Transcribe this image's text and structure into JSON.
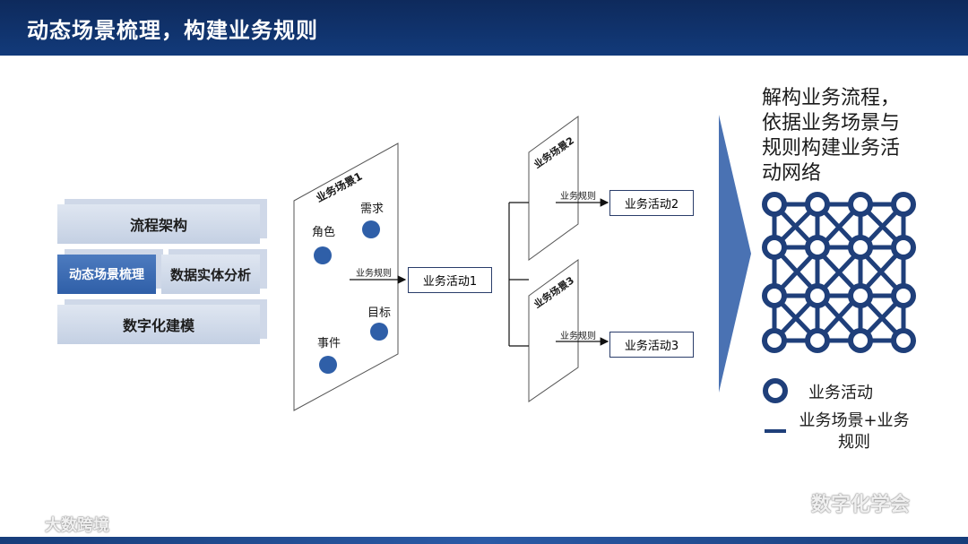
{
  "header": {
    "title": "动态场景梳理，构建业务规则"
  },
  "left_stack": {
    "top": "流程架构",
    "middle_left": "动态场景梳理",
    "middle_right": "数据实体分析",
    "bottom": "数字化建模"
  },
  "scene1": {
    "title": "业务场景1",
    "roles": [
      "角色",
      "需求",
      "事件",
      "目标"
    ]
  },
  "scene2": {
    "title": "业务场景2"
  },
  "scene3": {
    "title": "业务场景3"
  },
  "rule_label": "业务规则",
  "activities": [
    "业务活动1",
    "业务活动2",
    "业务活动3"
  ],
  "right_panel": {
    "title": "解构业务流程，依据业务场景与规则构建业务活动网络"
  },
  "legend": {
    "node_label": "业务活动",
    "edge_label": "业务场景+业务规则"
  },
  "watermarks": {
    "right": "数字化学会",
    "left": "大数跨境"
  },
  "colors": {
    "header": "#123a7a",
    "node": "#1f3f7a",
    "arrow": "#4a72b3"
  }
}
